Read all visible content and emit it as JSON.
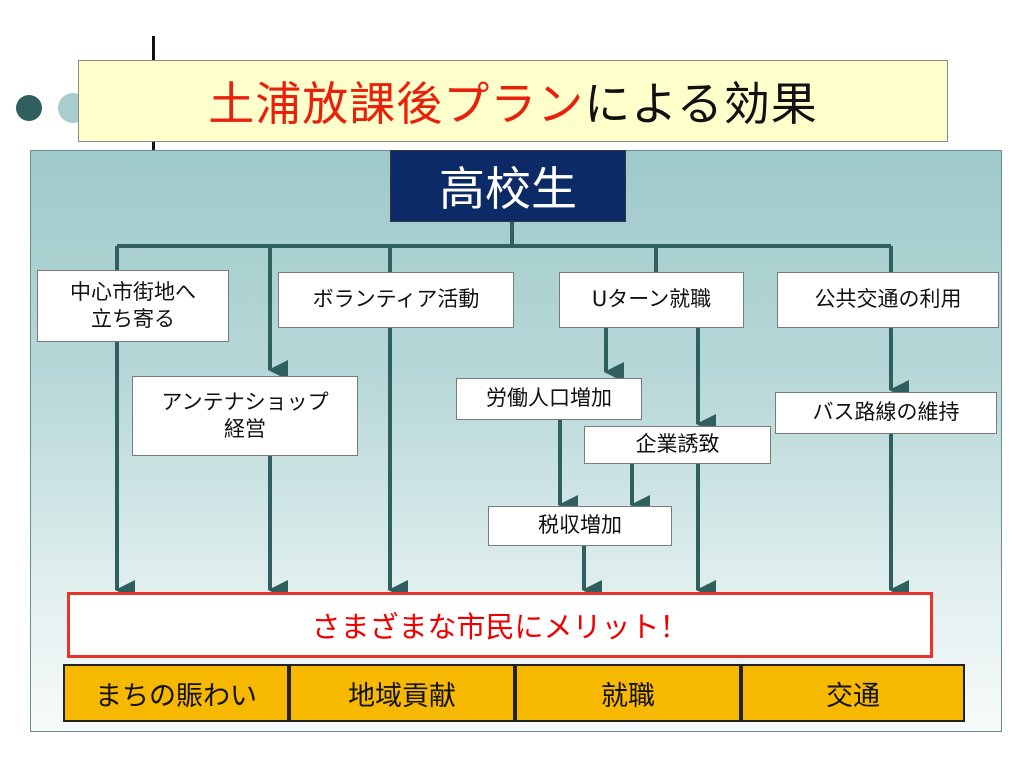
{
  "title": {
    "highlight": "土浦放課後プラン",
    "rest": "による効果"
  },
  "root": "高校生",
  "nodes": {
    "downtown": "中心市街地へ\n立ち寄る",
    "volunteer": "ボランティア活動",
    "uturn": "Uターン就職",
    "transit": "公共交通の利用",
    "antenna": "アンテナショップ\n経営",
    "labor": "労働人口増加",
    "bus": "バス路線の維持",
    "enterprise": "企業誘致",
    "tax": "税収増加"
  },
  "merit": "さまざまな市民にメリット！",
  "results": [
    "まちの賑わい",
    "地域貢献",
    "就職",
    "交通"
  ],
  "colors": {
    "title_accent": "#e8200c",
    "root_bg": "#0c2a66",
    "connector": "#2f5f5f",
    "merit_border": "#e8342a",
    "merit_text": "#e00000",
    "result_bg": "#f7b800"
  }
}
